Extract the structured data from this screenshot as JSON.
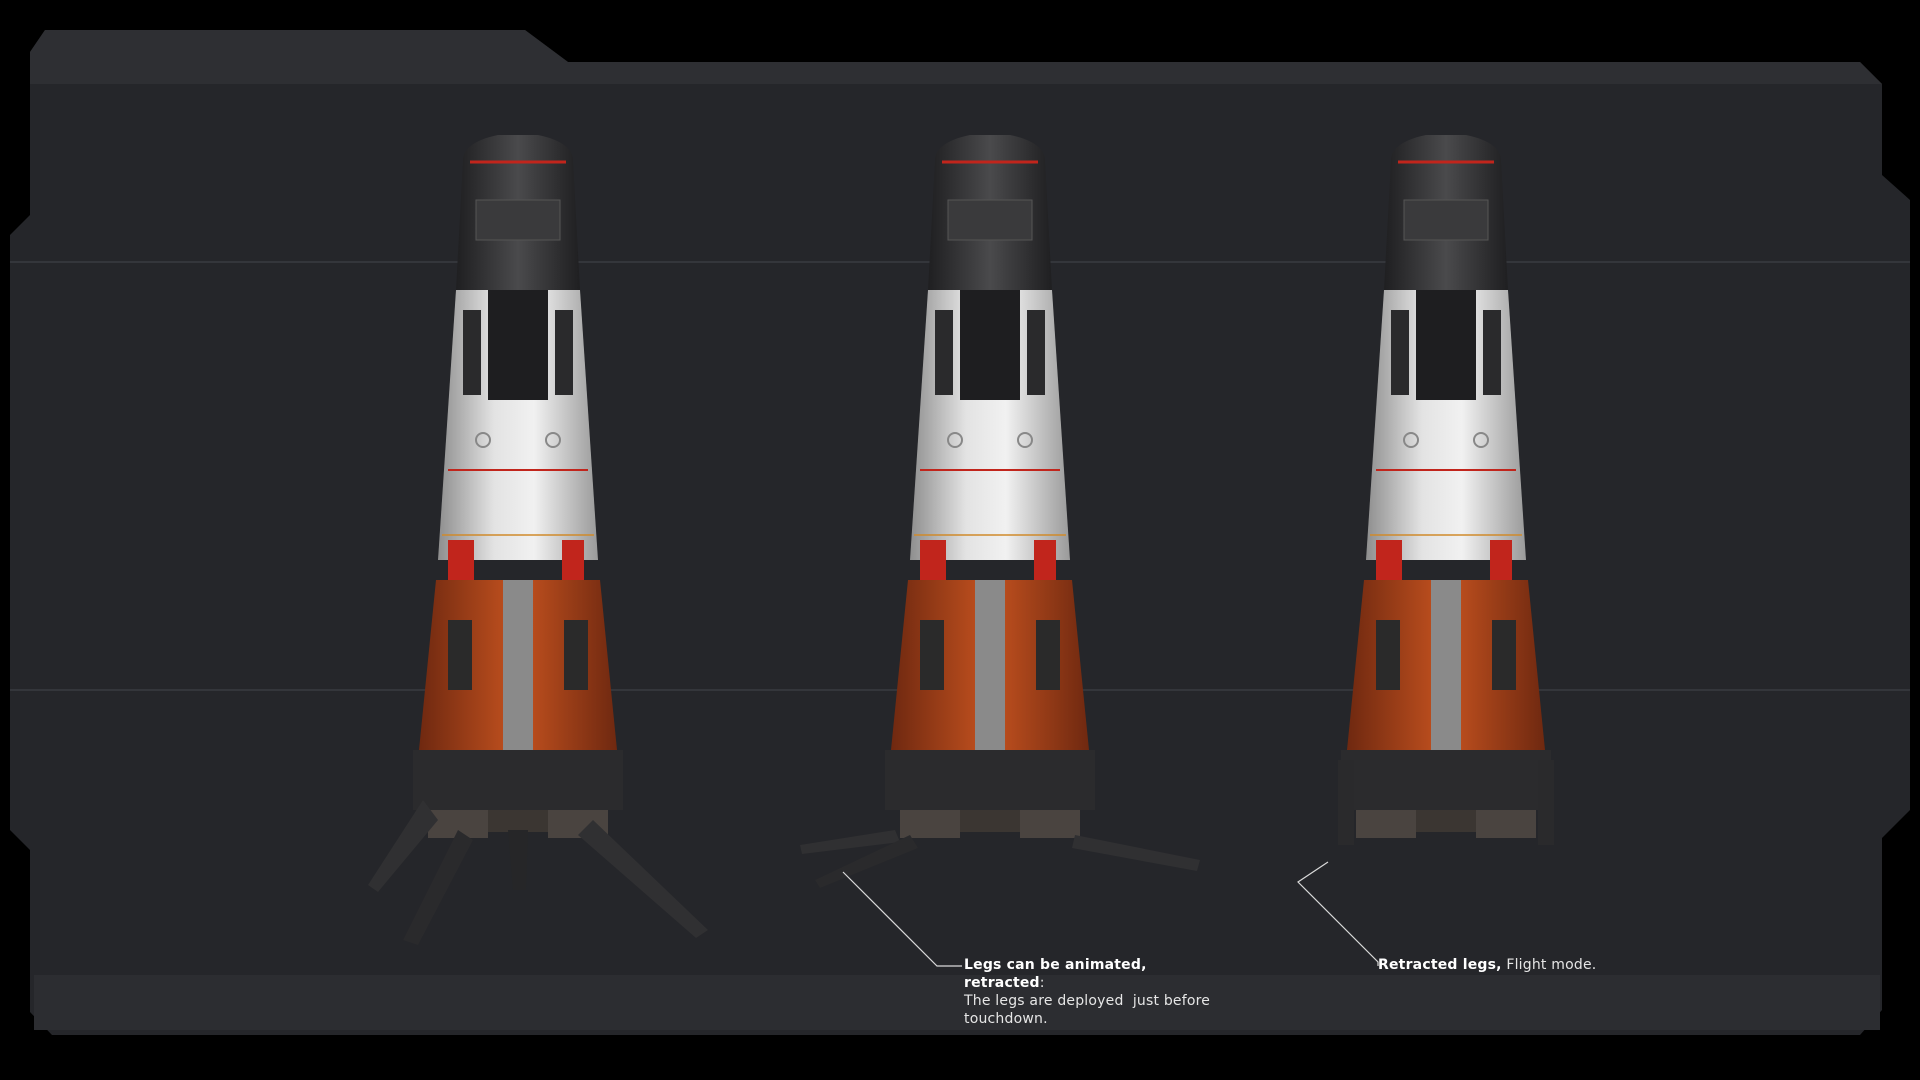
{
  "panel": {
    "colors": {
      "background": "#000000",
      "panel": "#25262a",
      "panel_top": "#2b2c30",
      "band_line": "#34363b",
      "hull_white": "#cfcfcf",
      "hull_dark": "#2e2e30",
      "accent_orange": "#b5461d",
      "accent_red": "#c1251c",
      "leader_line": "#d9d9d9"
    }
  },
  "rockets": [
    {
      "state": "legs-deployed"
    },
    {
      "state": "legs-half-deployed"
    },
    {
      "state": "legs-retracted"
    }
  ],
  "captions": {
    "middle": {
      "bold": "Legs can be animated, retracted",
      "colon": ":",
      "line2": "The legs are deployed  just before",
      "line3": "touchdown."
    },
    "right": {
      "bold": "Retracted legs,",
      "rest": " Flight mode."
    }
  }
}
